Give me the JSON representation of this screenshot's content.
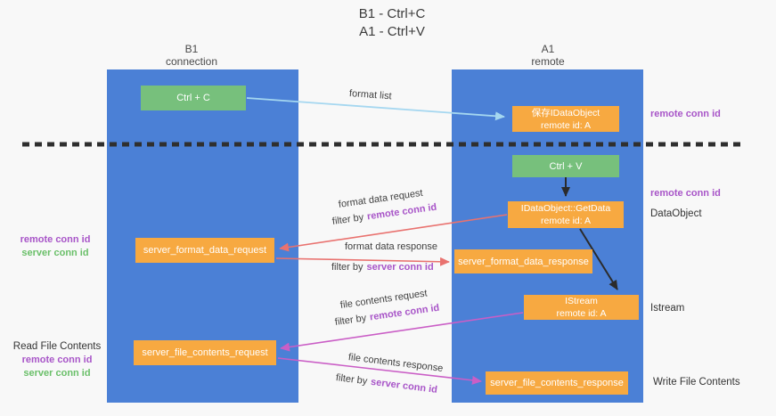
{
  "title": {
    "line1": "B1 - Ctrl+C",
    "line2": "A1 - Ctrl+V"
  },
  "columns": {
    "left": {
      "name": "B1",
      "subtitle": "connection"
    },
    "right": {
      "name": "A1",
      "subtitle": "remote"
    }
  },
  "nodes": {
    "ctrl_c": "Ctrl + C",
    "save_idataobject": {
      "line1": "保存IDataObject",
      "line2": "remote id: A"
    },
    "ctrl_v": "Ctrl + V",
    "getdata": {
      "line1": "IDataObject::GetData",
      "line2": "remote id: A"
    },
    "format_request": "server_format_data_request",
    "format_response": "server_format_data_response",
    "istream": {
      "line1": "IStream",
      "line2": "remote id: A"
    },
    "file_request": "server_file_contents_request",
    "file_response": "server_file_contents_response"
  },
  "flow_labels": {
    "format_list": "format list",
    "format_request": {
      "text": "format data request",
      "filter_prefix": "filter by",
      "filter_id": "remote conn id"
    },
    "format_response": {
      "text": "format data response",
      "filter_prefix": "filter by",
      "filter_id": "server conn id"
    },
    "file_request": {
      "text": "file contents request",
      "filter_prefix": "filter by",
      "filter_id": "remote conn id"
    },
    "file_response": {
      "text": "file contents response",
      "filter_prefix": "filter by",
      "filter_id": "server conn id"
    }
  },
  "side_labels": {
    "right_remote_conn_top": "remote conn id",
    "right_remote_conn_mid": "remote conn id",
    "dataobject": "DataObject",
    "istream": "Istream",
    "write_file": "Write File Contents",
    "left_remote_conn_mid": "remote conn id",
    "left_server_conn_mid": "server conn id",
    "read_file": "Read File Contents",
    "left_remote_conn_bottom": "remote conn id",
    "left_server_conn_bottom": "server conn id"
  },
  "colors": {
    "lane_blue": "#4b80d6",
    "box_green": "#77c07c",
    "box_orange": "#f7a941",
    "arrow_light_blue": "#a5d7f0",
    "arrow_red": "#e9726f",
    "arrow_magenta": "#ca5ec6",
    "arrow_black": "#2b2b2b",
    "dashed_line": "#2f2f2f",
    "text_purple": "#a855c8",
    "text_green": "#6abf69"
  }
}
